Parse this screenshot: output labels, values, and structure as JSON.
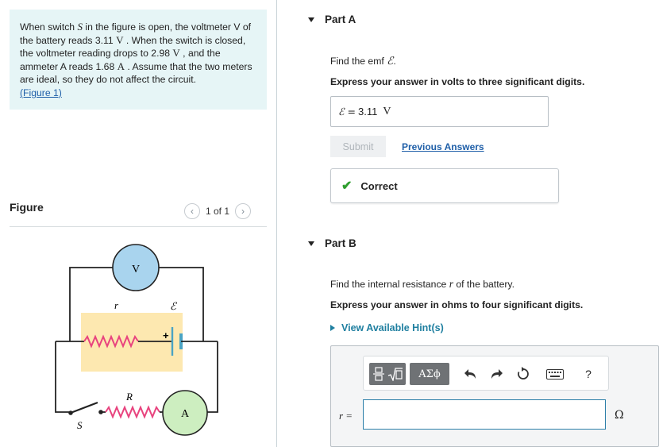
{
  "problem": {
    "p1": "When switch ",
    "var_s": "S",
    "p2": " in the figure is open, the voltmeter V of the battery reads 3.11 ",
    "unit1": "V",
    "p3": " . When the switch is closed, the voltmeter reading drops to 2.98 ",
    "unit2": "V",
    "p4": " , and the ammeter A reads 1.68 ",
    "unit3": "A",
    "p5": " . Assume that the two meters are ideal, so they do not affect the circuit.",
    "figure_link": "(Figure 1)"
  },
  "figure": {
    "title": "Figure",
    "pager_text": "1 of 1",
    "prev_icon": "chevron-left-icon",
    "next_icon": "chevron-right-icon",
    "labels": {
      "voltmeter": "V",
      "resistance_r": "r",
      "emf": "ℰ",
      "plus": "+",
      "resistor_R": "R",
      "ammeter": "A",
      "switch": "S"
    },
    "colors": {
      "highlight": "#fde8b0",
      "resistor": "#e8437e",
      "voltmeter": "#a9d4ee",
      "ammeter": "#cdeec0",
      "battery": "#4aa3c4"
    }
  },
  "part_a": {
    "title": "Part A",
    "question_pre": "Find the emf ",
    "question_var": "ℰ",
    "question_post": ".",
    "instruction": "Express your answer in volts to three significant digits.",
    "answer_prefix": "ℰ = ",
    "answer_value": "3.11",
    "answer_unit": "V",
    "submit_label": "Submit",
    "previous_answers_label": "Previous Answers",
    "status": "Correct"
  },
  "part_b": {
    "title": "Part B",
    "question_pre": "Find the internal resistance ",
    "question_var": "r",
    "question_post": " of the battery.",
    "instruction": "Express your answer in ohms to four significant digits.",
    "hint_label": "View Available Hint(s)",
    "toolbar": {
      "templates_icon": "templates-icon",
      "symbols_label": "ΑΣϕ",
      "undo_icon": "undo-icon",
      "redo_icon": "redo-icon",
      "reset_icon": "reset-icon",
      "keyboard_icon": "keyboard-icon",
      "help_label": "?"
    },
    "input_label": "r =",
    "input_value": "",
    "unit": "Ω"
  }
}
